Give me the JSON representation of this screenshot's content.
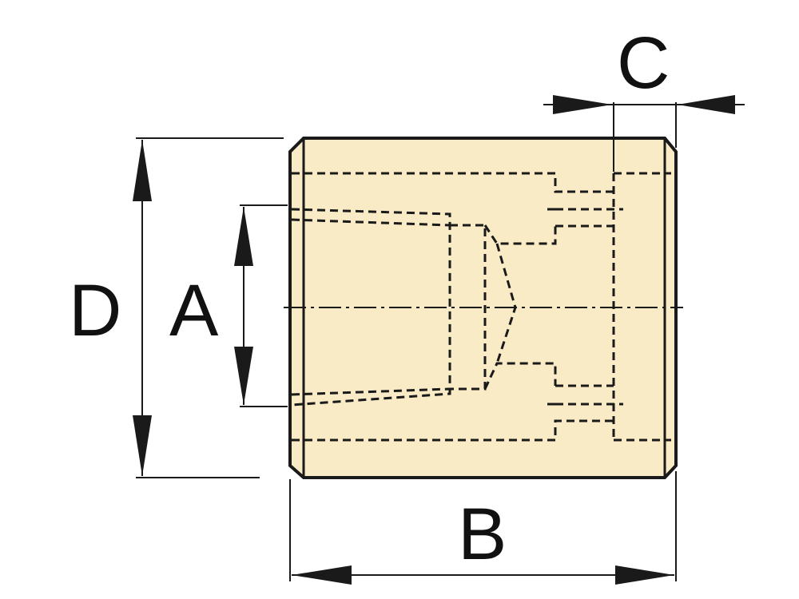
{
  "labels": {
    "a": "A",
    "b": "B",
    "c": "C",
    "d": "D"
  },
  "colors": {
    "body_fill": "#f8ebc6",
    "stroke": "#1a1a1a"
  }
}
